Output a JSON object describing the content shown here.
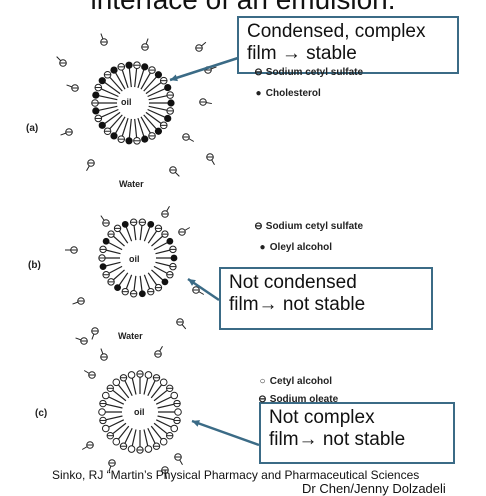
{
  "title": "interface of an emulsion.",
  "callouts": [
    {
      "line1": "Condensed, complex",
      "line2": "film → stable"
    },
    {
      "line1": "Not condensed",
      "line2": "film→ not stable"
    },
    {
      "line1": "Not complex",
      "line2": "film→ not stable"
    }
  ],
  "panels": [
    {
      "label": "(a)",
      "oil": "oil",
      "water": "Water",
      "legend": [
        {
          "symbol": "⊖",
          "text": "Sodium cetyl sulfate"
        },
        {
          "symbol": "●",
          "text": "Cholesterol"
        }
      ]
    },
    {
      "label": "(b)",
      "oil": "oil",
      "water": "Water",
      "legend": [
        {
          "symbol": "⊖",
          "text": "Sodium cetyl sulfate"
        },
        {
          "symbol": "●",
          "text": "Oleyl alcohol"
        }
      ]
    },
    {
      "label": "(c)",
      "oil": "oil",
      "legend": [
        {
          "symbol": "○",
          "text": "Cetyl alcohol"
        },
        {
          "symbol": "⊖",
          "text": "Sodium oleate"
        }
      ]
    }
  ],
  "footer": {
    "citation": "Sinko, RJ “Martin’s Physical Pharmacy and Pharmaceutical Sciences",
    "author": "Dr Chen/Jenny Dolzadeli"
  }
}
